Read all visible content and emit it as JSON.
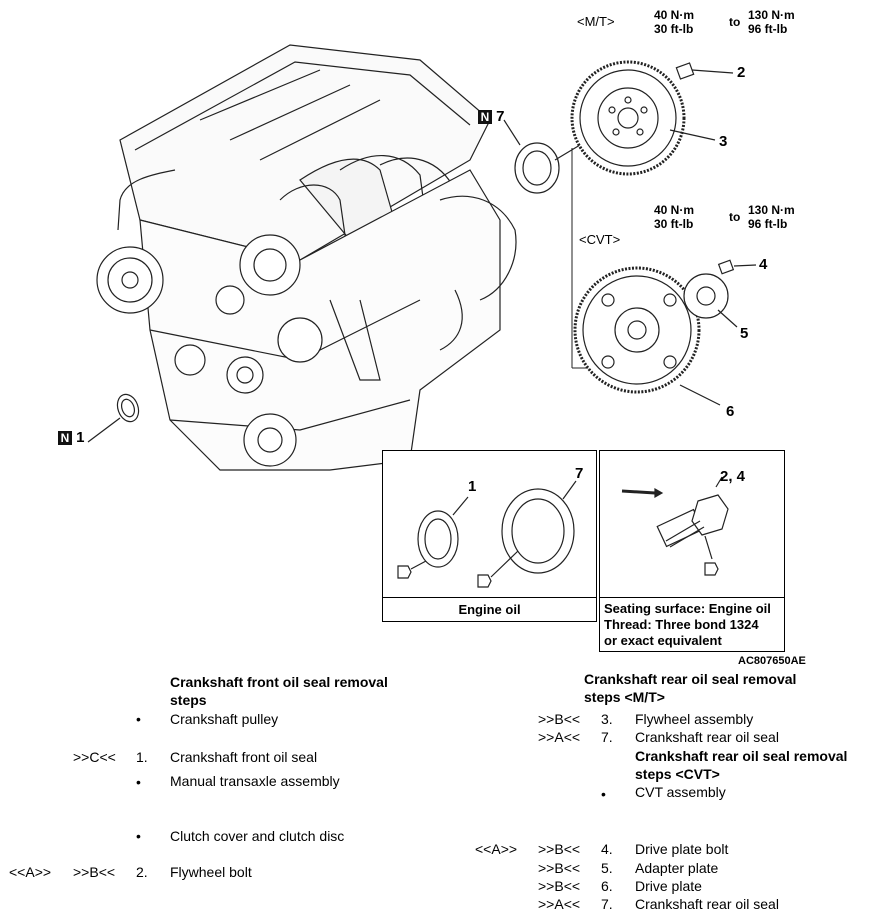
{
  "diagram": {
    "mt_label": "<M/T>",
    "cvt_label": "<CVT>",
    "torque_top": {
      "nm_low": "40 N·m",
      "ftlb_low": "30 ft-lb",
      "to": "to",
      "nm_high": "130 N·m",
      "ftlb_high": "96 ft-lb"
    },
    "torque_mid": {
      "nm_low": "40 N·m",
      "ftlb_low": "30 ft-lb",
      "to": "to",
      "nm_high": "130 N·m",
      "ftlb_high": "96 ft-lb"
    },
    "callouts": {
      "c1": "1",
      "c2": "2",
      "c3": "3",
      "c4": "4",
      "c5": "5",
      "c6": "6",
      "c7": "7"
    },
    "n_badge": "N",
    "detail_left": {
      "c1": "1",
      "c7": "7",
      "caption": "Engine oil"
    },
    "detail_right": {
      "c24": "2, 4",
      "caption_1": "Seating surface: Engine oil",
      "caption_2": "Thread: Three bond 1324",
      "caption_3": "or exact equivalent"
    },
    "figure_id": "AC807650AE"
  },
  "front": {
    "title_1": "Crankshaft front oil seal removal",
    "title_2": "steps",
    "rows": [
      {
        "pre": "",
        "marker": "",
        "num": "•",
        "text": "Crankshaft pulley"
      },
      {
        "pre": "",
        "marker": ">>C<<",
        "num": "1.",
        "text": "Crankshaft front oil seal"
      },
      {
        "pre": "",
        "marker": "",
        "num": "•",
        "text": "Manual transaxle assembly"
      },
      {
        "pre": "",
        "marker": "",
        "num": "•",
        "text": "Clutch cover and clutch disc"
      },
      {
        "pre": "<<A>>",
        "marker": ">>B<<",
        "num": "2.",
        "text": "Flywheel bolt"
      }
    ]
  },
  "rear_mt": {
    "title_1": "Crankshaft rear oil seal removal",
    "title_2": "steps <M/T>",
    "rows": [
      {
        "marker": ">>B<<",
        "num": "3.",
        "text": "Flywheel assembly"
      },
      {
        "marker": ">>A<<",
        "num": "7.",
        "text": "Crankshaft rear oil seal"
      }
    ]
  },
  "rear_cvt": {
    "title_1": "Crankshaft rear oil seal removal",
    "title_2": "steps <CVT>",
    "rows": [
      {
        "pre": "",
        "marker": "",
        "num": "•",
        "text": "CVT assembly"
      },
      {
        "pre": "<<A>>",
        "marker": ">>B<<",
        "num": "4.",
        "text": "Drive plate bolt"
      },
      {
        "pre": "",
        "marker": ">>B<<",
        "num": "5.",
        "text": "Adapter plate"
      },
      {
        "pre": "",
        "marker": ">>B<<",
        "num": "6.",
        "text": "Drive plate"
      },
      {
        "pre": "",
        "marker": ">>A<<",
        "num": "7.",
        "text": "Crankshaft rear oil seal"
      }
    ]
  }
}
